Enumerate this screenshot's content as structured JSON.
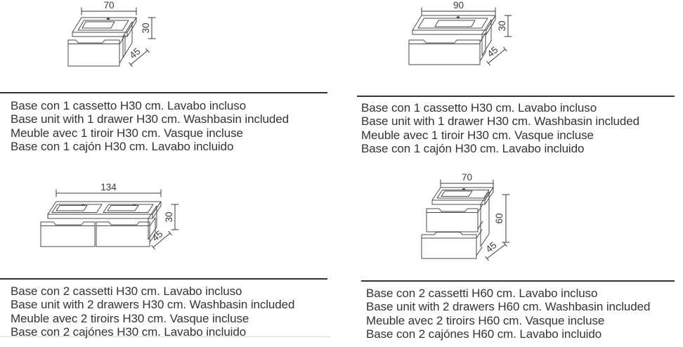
{
  "colors": {
    "background": "#ffffff",
    "drawing_line": "#48484c",
    "dimension_text": "#3a3a3e",
    "body_text": "#333338",
    "rule": "#333333",
    "faint_rule": "#d8d8d8"
  },
  "products": [
    {
      "position": "top-left",
      "dims": {
        "width": "70",
        "height": "30",
        "depth": "45"
      },
      "descriptions": {
        "it": "Base con 1 cassetto H30 cm. Lavabo incluso",
        "en": "Base unit with 1 drawer H30 cm. Washbasin included",
        "fr": "Meuble avec 1 tiroir H30 cm. Vasque incluse",
        "es": "Base con 1 cajón H30 cm. Lavabo incluido"
      }
    },
    {
      "position": "top-right",
      "dims": {
        "width": "90",
        "height": "30",
        "depth": "45"
      },
      "descriptions": {
        "it": "Base con 1 cassetto H30 cm. Lavabo incluso",
        "en": "Base unit with 1 drawer H30 cm. Washbasin included",
        "fr": "Meuble avec 1 tiroir H30 cm. Vasque incluse",
        "es": "Base con 1 cajón H30 cm. Lavabo incluido"
      }
    },
    {
      "position": "bottom-left",
      "dims": {
        "width": "134",
        "height": "30",
        "depth": "45"
      },
      "descriptions": {
        "it": "Base con 2 cassetti H30 cm. Lavabo incluso",
        "en": "Base unit with 2 drawers H30 cm. Washbasin included",
        "fr": "Meuble avec 2 tiroirs H30 cm. Vasque incluse",
        "es": "Base con 2 cajónes H30 cm. Lavabo incluido"
      }
    },
    {
      "position": "bottom-right",
      "dims": {
        "width": "70",
        "height": "60",
        "depth": "45"
      },
      "descriptions": {
        "it": "Base con 2 cassetti H60 cm. Lavabo incluso",
        "en": "Base unit with 2 drawers H60 cm. Washbasin included",
        "fr": "Meuble avec 2 tiroirs H60 cm. Vasque incluse",
        "es": "Base con 2 cajónes H60 cm. Lavabo incluido"
      }
    }
  ]
}
